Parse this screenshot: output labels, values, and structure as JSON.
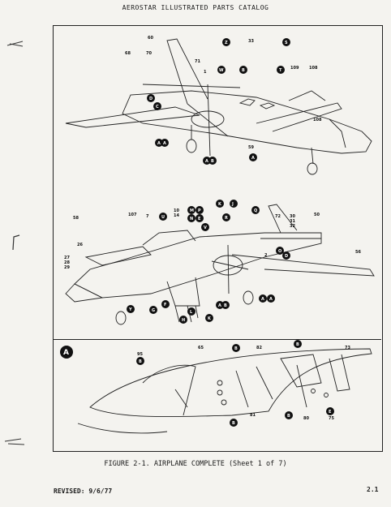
{
  "header": {
    "title": "AEROSTAR ILLUSTRATED PARTS CATALOG"
  },
  "caption": {
    "figure": "FIGURE 2-1.  AIRPLANE COMPLETE",
    "sheet": "(Sheet 1 of 7)"
  },
  "footer": {
    "revised": "REVISED: 9/6/77",
    "page": "2.1"
  },
  "top_view": {
    "numbers": [
      "60",
      "68",
      "70",
      "71",
      "1",
      "33",
      "109",
      "108",
      "108",
      "59"
    ],
    "letters": [
      "Z",
      "S",
      "W",
      "B",
      "T",
      "D",
      "C",
      "A",
      "A",
      "A",
      "B",
      "A"
    ]
  },
  "middle_view": {
    "numbers": [
      "58",
      "107",
      "7",
      "10",
      "14",
      "72",
      "30",
      "31",
      "32",
      "50",
      "26",
      "27",
      "28",
      "29",
      "2",
      "56"
    ],
    "letters": [
      "M",
      "P",
      "N",
      "E",
      "K",
      "J",
      "U",
      "V",
      "R",
      "Q",
      "O",
      "D",
      "G",
      "F",
      "L",
      "H",
      "K",
      "Y",
      "A",
      "B",
      "A",
      "A"
    ]
  },
  "detail_view": {
    "panel_letter": "A",
    "numbers": [
      "95",
      "65",
      "82",
      "73",
      "81",
      "80",
      "75"
    ],
    "letters": [
      "B",
      "B",
      "B",
      "B",
      "B",
      "E"
    ]
  }
}
